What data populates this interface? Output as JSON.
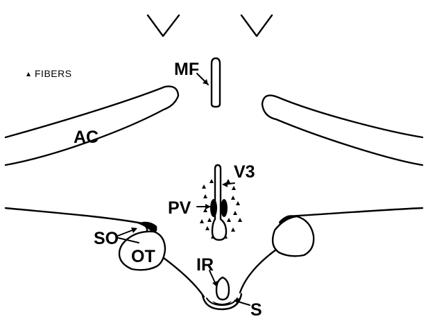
{
  "legend": {
    "symbol": "▲",
    "text": "FIBERS"
  },
  "labels": {
    "mf": "MF",
    "ac": "AC",
    "v3": "V3",
    "pv": "PV",
    "so": "SO",
    "ot": "OT",
    "ir": "IR",
    "s": "S"
  }
}
